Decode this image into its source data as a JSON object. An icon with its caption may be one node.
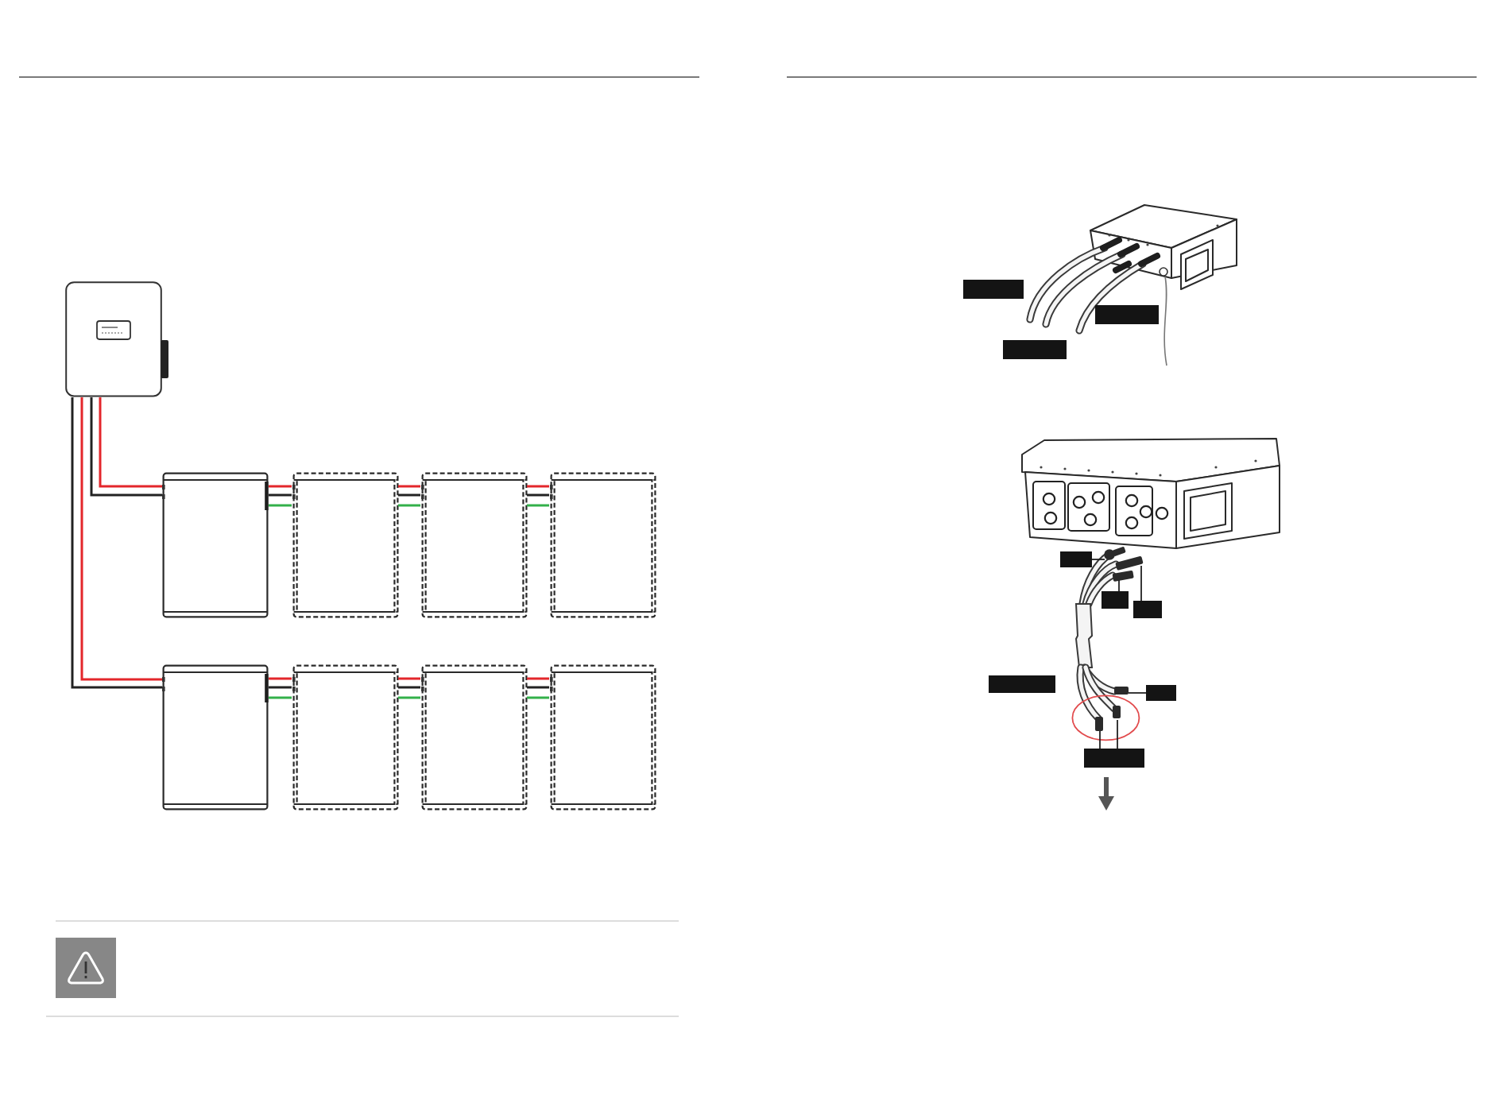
{
  "diagram": {
    "nodes": [
      {
        "text": [],
        "shape": "picture"
      },
      {
        "text": [],
        "shape": "box"
      },
      {
        "text": [],
        "shape": "box"
      },
      {
        "text": [],
        "shape": "box"
      },
      {
        "text": [],
        "shape": "box"
      },
      {
        "text": [],
        "shape": "box"
      },
      {
        "text": [],
        "shape": "box"
      },
      {
        "text": [],
        "shape": "box"
      },
      {
        "text": [],
        "shape": "box"
      },
      {
        "text": [],
        "shape": "picture"
      },
      {
        "text": [],
        "shape": "bar"
      },
      {
        "text": [],
        "shape": "bar",
        "in": 9
      },
      {
        "text": [],
        "shape": "bar"
      },
      {
        "text": [],
        "shape": "picture"
      },
      {
        "text": [],
        "shape": "bar",
        "in": 13
      },
      {
        "text": [],
        "shape": "bar",
        "in": 13
      },
      {
        "text": [],
        "shape": "bar",
        "in": 13
      },
      {
        "text": [],
        "shape": "bar"
      },
      {
        "text": [],
        "shape": "bar",
        "in": 13
      },
      {
        "text": [],
        "shape": "bar"
      }
    ],
    "edges": [
      {
        "from": 0,
        "to": 1,
        "arrow": "none",
        "color": "#e3262b"
      },
      {
        "from": 0,
        "to": 1,
        "arrow": "none"
      },
      {
        "from": 0,
        "to": 5,
        "arrow": "none",
        "color": "#e3262b"
      },
      {
        "from": 0,
        "to": 5,
        "arrow": "none"
      },
      {
        "from": 1,
        "to": 2,
        "arrow": "none",
        "color": "#e3262b"
      },
      {
        "from": 1,
        "to": 2,
        "arrow": "none"
      },
      {
        "from": 1,
        "to": 2,
        "arrow": "none",
        "color": "#33b04a"
      },
      {
        "from": 2,
        "to": 3,
        "arrow": "none",
        "color": "#e3262b"
      },
      {
        "from": 2,
        "to": 3,
        "arrow": "none"
      },
      {
        "from": 2,
        "to": 3,
        "arrow": "none",
        "color": "#33b04a"
      },
      {
        "from": 3,
        "to": 4,
        "arrow": "none",
        "color": "#e3262b"
      },
      {
        "from": 3,
        "to": 4,
        "arrow": "none"
      },
      {
        "from": 3,
        "to": 4,
        "arrow": "none",
        "color": "#33b04a"
      },
      {
        "from": 5,
        "to": 6,
        "arrow": "none",
        "color": "#e3262b"
      },
      {
        "from": 5,
        "to": 6,
        "arrow": "none"
      },
      {
        "from": 5,
        "to": 6,
        "arrow": "none",
        "color": "#33b04a"
      },
      {
        "from": 6,
        "to": 7,
        "arrow": "none",
        "color": "#e3262b"
      },
      {
        "from": 6,
        "to": 7,
        "arrow": "none"
      },
      {
        "from": 6,
        "to": 7,
        "arrow": "none",
        "color": "#33b04a"
      },
      {
        "from": 7,
        "to": 8,
        "arrow": "none",
        "color": "#e3262b"
      },
      {
        "from": 7,
        "to": 8,
        "arrow": "none"
      },
      {
        "from": 7,
        "to": 8,
        "arrow": "none",
        "color": "#33b04a"
      },
      {
        "from": 14,
        "to": 13,
        "arrow": "none"
      },
      {
        "from": 15,
        "to": 13,
        "arrow": "none"
      },
      {
        "from": 16,
        "to": 13,
        "arrow": "none"
      },
      {
        "from": 18,
        "to": 13,
        "arrow": "none"
      },
      {
        "from": 19,
        "to": 13,
        "arrow": "none"
      },
      {
        "from": 19,
        "to": 13,
        "arrow": "none"
      }
    ]
  }
}
